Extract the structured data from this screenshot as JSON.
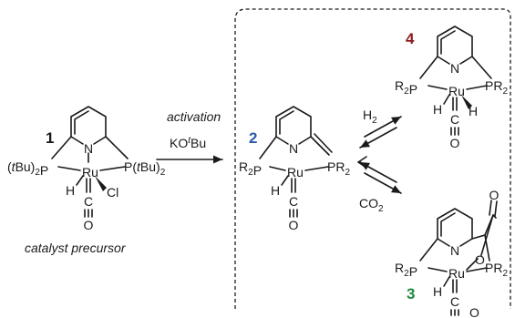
{
  "colors": {
    "ink": "#1a1a1a",
    "compound_1": "#1a1a1a",
    "compound_2": "#2a5aa8",
    "compound_3": "#1e8a3c",
    "compound_4": "#8b1a1a",
    "frame": "#1a1a1a"
  },
  "compounds": {
    "c1": {
      "number": "1",
      "left_ligand": "(tBu)2P",
      "right_ligand": "P(tBu)2",
      "metal": "Ru",
      "n_atom": "N",
      "hydride": "H",
      "chloride": "Cl",
      "co_c": "C",
      "co_o": "O",
      "caption": "catalyst precursor"
    },
    "c2": {
      "number": "2",
      "left_ligand": "R2P",
      "right_ligand": "PR2",
      "metal": "Ru",
      "n_atom": "N",
      "hydride": "H",
      "co_c": "C",
      "co_o": "O"
    },
    "c3": {
      "number": "3",
      "left_ligand": "R2P",
      "right_ligand": "PR2",
      "metal": "Ru",
      "n_atom": "N",
      "hydride": "H",
      "ring_o": "O",
      "carbonyl_o": "O",
      "co_c": "C",
      "co_o": "O"
    },
    "c4": {
      "number": "4",
      "left_ligand": "R2P",
      "right_ligand": "PR2",
      "metal": "Ru",
      "n_atom": "N",
      "hydride_left": "H",
      "hydride_right": "H",
      "co_c": "C",
      "co_o": "O"
    }
  },
  "arrows": {
    "activation_label": "activation",
    "reagent": "KOtBu",
    "h2": "H2",
    "co2": "CO2"
  }
}
